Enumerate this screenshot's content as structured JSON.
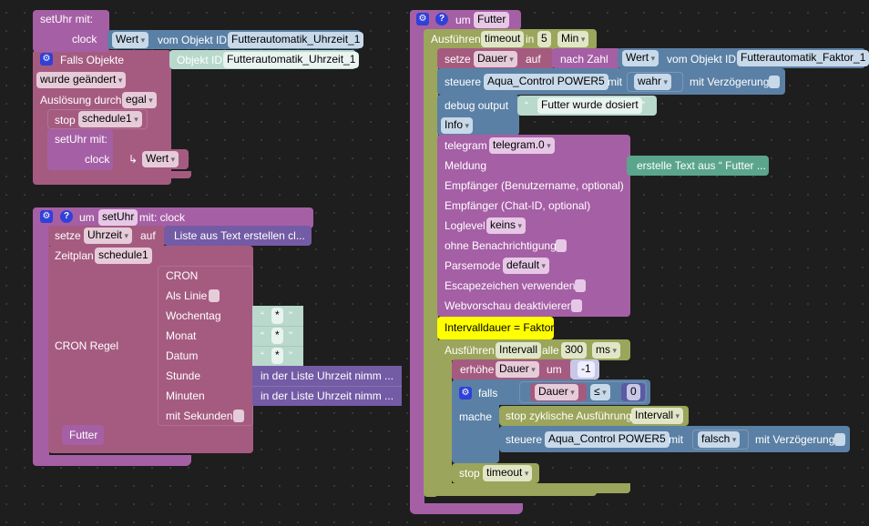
{
  "workspace": {
    "theme": "dark",
    "grid": "dotted"
  },
  "colors": {
    "procedure": "#a55fa5",
    "event": "#a55b80",
    "object": "#5b80a5",
    "timer": "#9ba55b",
    "text": "#b8d9cc",
    "list": "#745ba5",
    "comment": "#ffff00",
    "convert": "#5ba58c"
  },
  "block_setuhr_call_top": {
    "label": "setUhr  mit:",
    "param": "clock"
  },
  "block_get_value_top": {
    "attr": "Wert",
    "of_label": "vom Objekt ID",
    "object_id": "Futterautomatik_Uhrzeit_1"
  },
  "block_on_change": {
    "label": "Falls Objekte",
    "obj_label": "Objekt ID",
    "object_id": "Futterautomatik_Uhrzeit_1",
    "trigger": "wurde geändert",
    "by_label": "Auslösung durch",
    "by_value": "egal",
    "stop_label": "stop",
    "stop_value": "schedule1",
    "call_label": "setUhr  mit:",
    "call_param": "clock",
    "value_arrow": "↳",
    "value_label": "Wert"
  },
  "block_proc_setuhr": {
    "prefix": "um",
    "name": "setUhr",
    "suffix": "mit: clock",
    "set_label": "setze",
    "set_var": "Uhrzeit",
    "set_to": "auf",
    "list_from_text": "Liste aus Text erstellen cl...",
    "schedule_label": "Zeitplan",
    "schedule_name": "schedule1",
    "cron_rule_label": "CRON Regel",
    "cron": {
      "title": "CRON",
      "as_line": "Als Linie",
      "weekday": "Wochentag",
      "month": "Monat",
      "date": "Datum",
      "hour": "Stunde",
      "minutes": "Minuten",
      "with_seconds": "mit Sekunden",
      "star": "*",
      "hour_value": "in der Liste Uhrzeit nimm  ...",
      "minutes_value": "in der Liste Uhrzeit nimm  ..."
    },
    "call_futter": "Futter"
  },
  "block_proc_futter": {
    "prefix": "um",
    "name": "Futter",
    "timeout": {
      "label": "Ausführen",
      "name": "timeout",
      "in": "in",
      "value": "5",
      "unit": "Min"
    },
    "set_duration": {
      "label": "setze",
      "var": "Dauer",
      "to": "auf",
      "to_number": "nach Zahl",
      "attr": "Wert",
      "of_label": "vom Objekt ID",
      "object_id": "Futterautomatik_Faktor_1"
    },
    "control1": {
      "label": "steuere",
      "device": "Aqua_Control POWER5",
      "with": "mit",
      "value": "wahr",
      "delay": "mit Verzögerung"
    },
    "debug": {
      "label": "debug output",
      "text": "Futter wurde dosiert",
      "level": "Info"
    },
    "telegram": {
      "label": "telegram",
      "instance": "telegram.0",
      "message": "Meldung",
      "message_value": "erstelle Text aus “ Futter ...",
      "recipient_user": "Empfänger (Benutzername, optional)",
      "recipient_chat": "Empfänger (Chat-ID, optional)",
      "loglevel_label": "Loglevel",
      "loglevel": "keins",
      "silent": "ohne Benachrichtigung",
      "parsemode_label": "Parsemode",
      "parsemode": "default",
      "escape": "Escapezeichen verwenden",
      "webpreview": "Webvorschau deaktivieren"
    },
    "comment": "Intervalldauer = Faktor",
    "interval": {
      "label": "Ausführen",
      "name": "Intervall",
      "every": "alle",
      "value": "300",
      "unit": "ms"
    },
    "increment": {
      "label": "erhöhe",
      "var": "Dauer",
      "by": "um",
      "value": "-1"
    },
    "if": {
      "label": "falls",
      "var": "Dauer",
      "op": "≤",
      "value": "0",
      "do": "mache"
    },
    "stop_interval": {
      "label": "stop zyklische Ausführung",
      "name": "Intervall"
    },
    "control2": {
      "label": "steuere",
      "device": "Aqua_Control POWER5",
      "with": "mit",
      "value": "falsch",
      "delay": "mit Verzögerung"
    },
    "stop_timeout": {
      "label": "stop",
      "name": "timeout"
    }
  }
}
